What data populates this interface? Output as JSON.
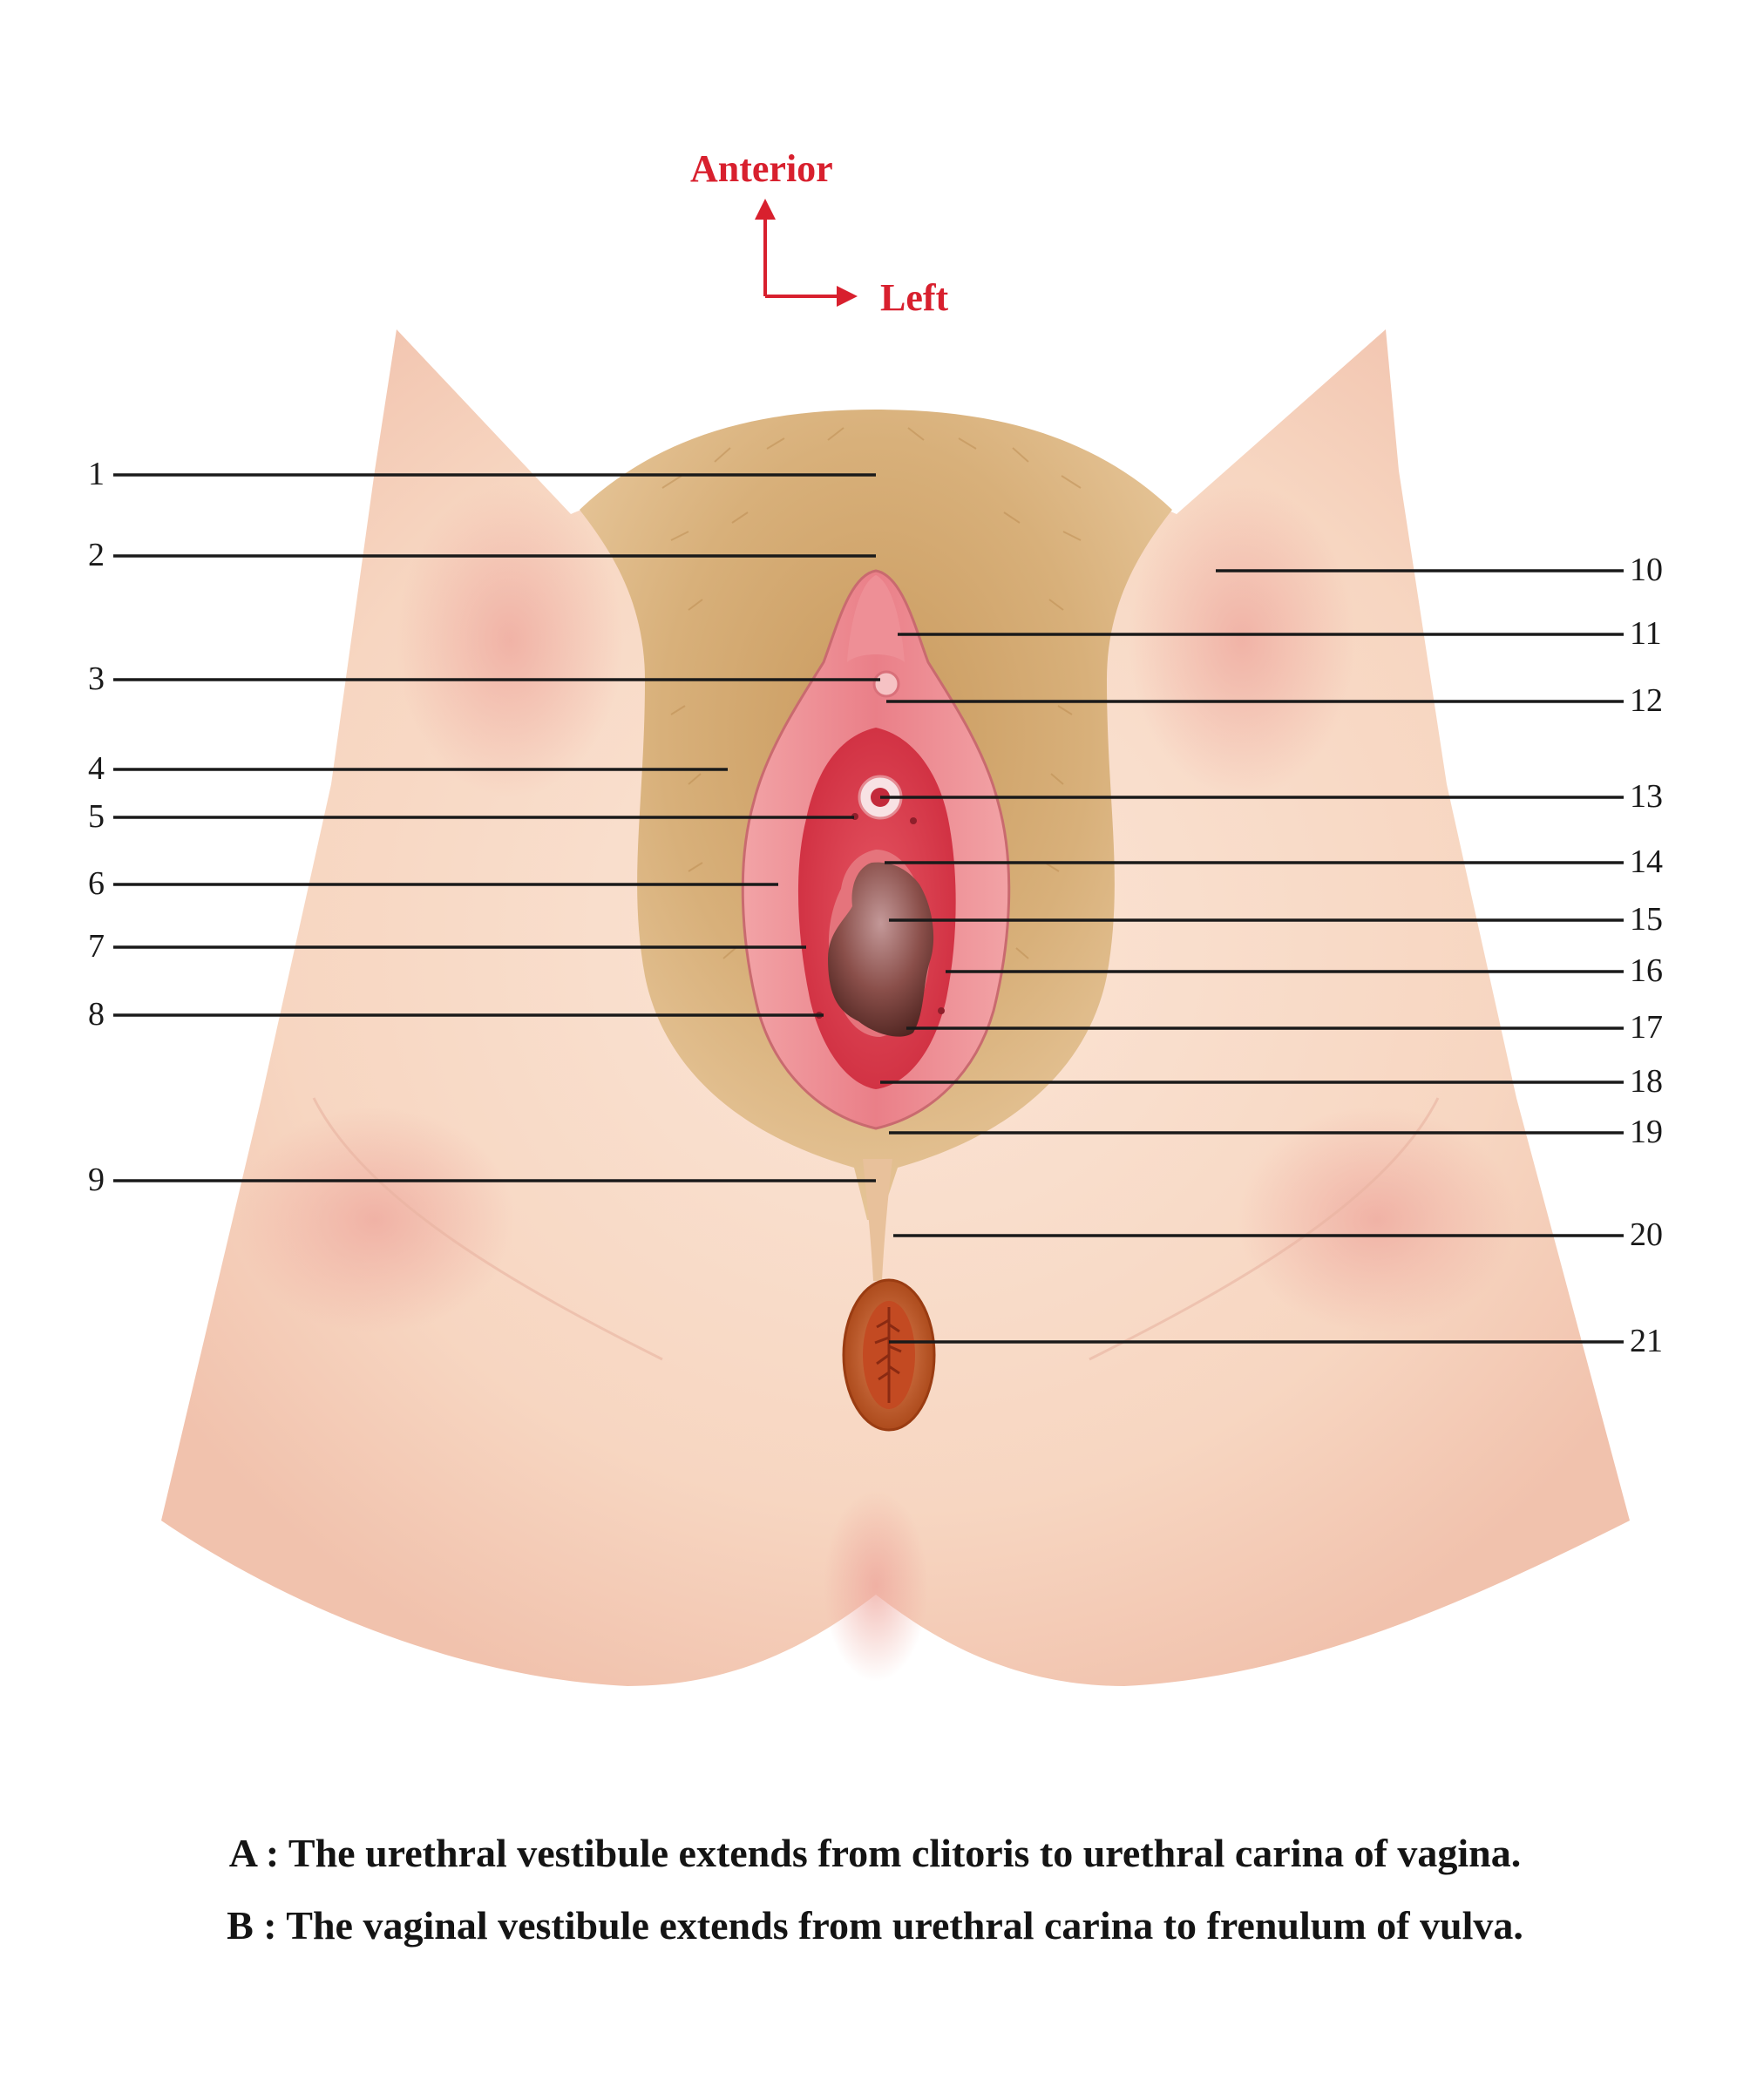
{
  "orientation": {
    "anterior": "Anterior",
    "left": "Left",
    "arrow_color": "#d8202e"
  },
  "labels": {
    "left": [
      "1",
      "2",
      "3",
      "4",
      "5",
      "6",
      "7",
      "8",
      "9"
    ],
    "right": [
      "10",
      "11",
      "12",
      "13",
      "14",
      "15",
      "16",
      "17",
      "18",
      "19",
      "20",
      "21"
    ]
  },
  "captions": {
    "a": "A : The urethral vestibule extends from clitoris to urethral carina of vagina.",
    "b": "B : The vaginal vestibule extends from urethral carina to frenulum of vulva."
  },
  "colors": {
    "skin": "#f6d3bd",
    "skin_shadow": "#eba99a",
    "hair": "#d6ad74",
    "labia": "#e8848c",
    "vestibule": "#d93a4a",
    "opening": "#6e2f2a",
    "anus": "#c8632e"
  }
}
